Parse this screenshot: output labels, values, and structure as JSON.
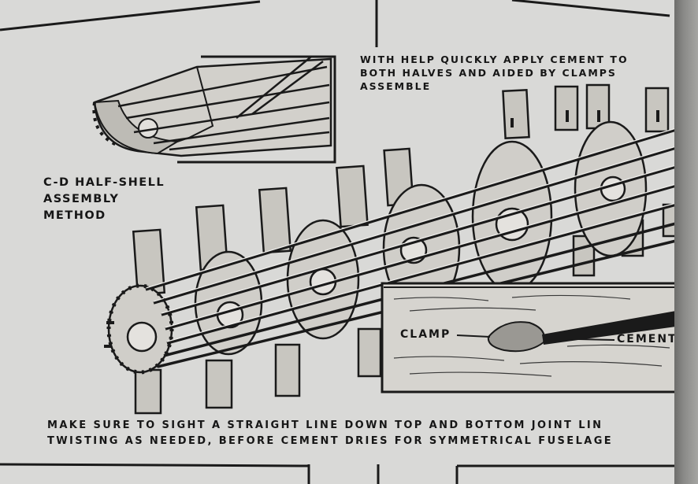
{
  "captions": {
    "top": [
      "WITH HELP QUICKLY APPLY CEMENT TO",
      "BOTH HALVES AND AIDED BY CLAMPS",
      "ASSEMBLE"
    ],
    "side": [
      "C-D HALF-SHELL",
      "ASSEMBLY",
      "METHOD"
    ],
    "bottom": [
      "MAKE SURE TO SIGHT A STRAIGHT LINE DOWN TOP AND BOTTOM JOINT LIN",
      "TWISTING AS NEEDED, BEFORE CEMENT DRIES FOR SYMMETRICAL FUSELAGE"
    ]
  },
  "labels": {
    "clamp": "CLAMP",
    "cement": "CEMENT"
  },
  "colors": {
    "paper": "#d9d9d7",
    "ink": "#1a1a1a",
    "wood": "#c8c6c0"
  }
}
